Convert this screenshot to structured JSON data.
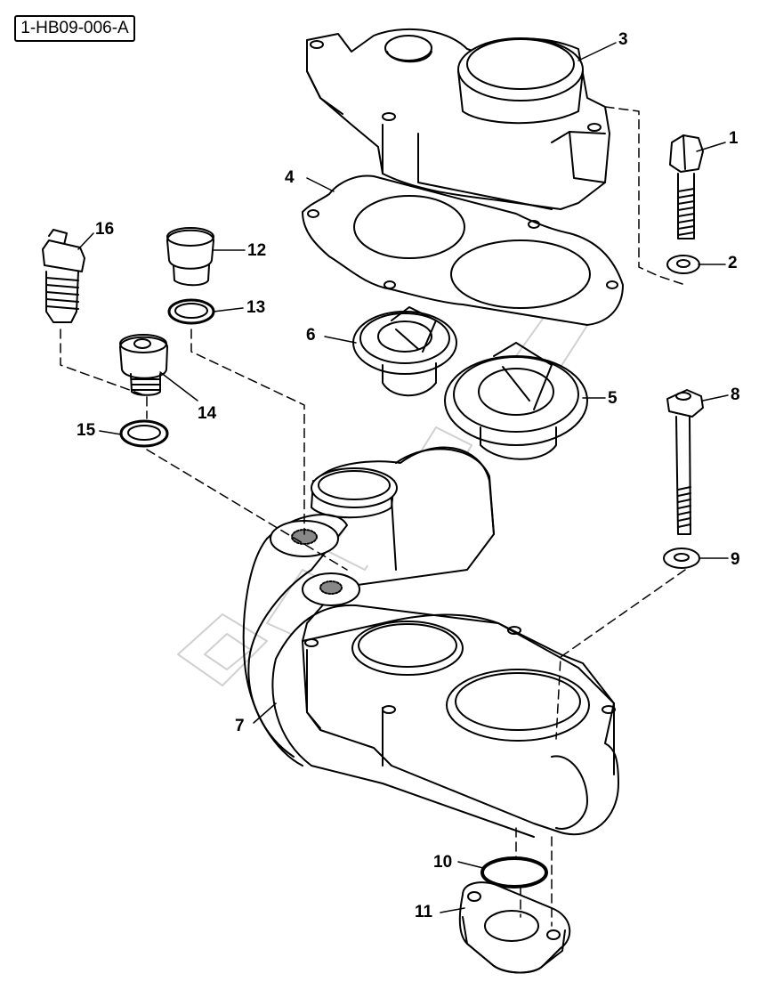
{
  "reference_code": "1-HB09-006-A",
  "callouts": {
    "c1": "1",
    "c2": "2",
    "c3": "3",
    "c4": "4",
    "c5": "5",
    "c6": "6",
    "c7": "7",
    "c8": "8",
    "c9": "9",
    "c10": "10",
    "c11": "11",
    "c12": "12",
    "c13": "13",
    "c14": "14",
    "c15": "15",
    "c16": "16"
  },
  "colors": {
    "line": "#000000",
    "watermark": "#d9d9d9",
    "background": "#ffffff"
  }
}
